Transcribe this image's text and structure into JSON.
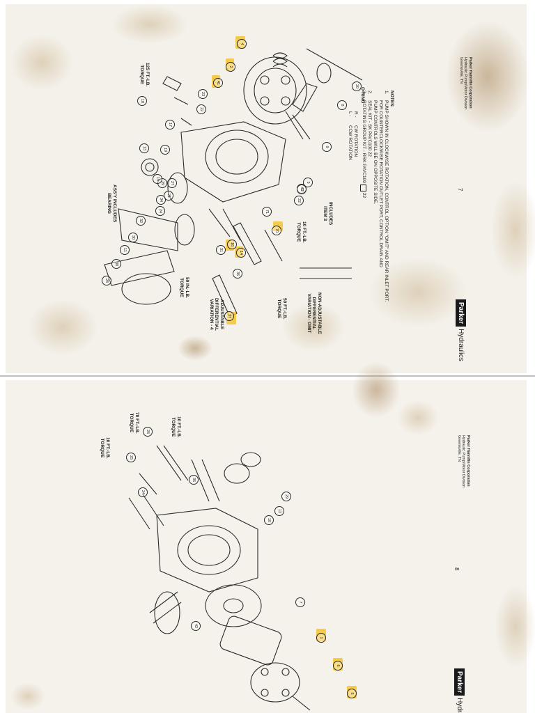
{
  "colors": {
    "paper": "#f4f1ea",
    "stain": "#b59a6c",
    "ink": "#2a2a2a",
    "highlight": "#f4c430",
    "divider": "#9a9a9a"
  },
  "left_page": {
    "brand": {
      "bold": "Parker",
      "rest": "Hydraulics"
    },
    "corporation": [
      "Parker Hannifin Corporation",
      "Hydraulic Pump/Motor Division",
      "Greeneville, TN"
    ],
    "page_number": "8",
    "callouts": [
      "10 FT.-LB.\nTORQUE",
      "70 FT.-LB.\nTORQUE",
      "10 FT.-LB.\nTORQUE"
    ],
    "item_numbers": [
      "24",
      "25",
      "26",
      "35",
      "29",
      "12",
      "10",
      "7",
      "1",
      "6",
      "5",
      "42"
    ]
  },
  "right_page": {
    "brand": {
      "bold": "Parker",
      "rest": "Hydraulics"
    },
    "corporation": [
      "Parker Hannifin Corporation",
      "Hydraulic Pump/Motor Division",
      "Greeneville, TN"
    ],
    "page_number": "7",
    "callouts": [
      "125 FT.-LB.\nTORQUE",
      "ASS'Y INCLUDES\nBEARING",
      "50 IN.-LB.\nTORQUE",
      "10 FT.-LB.\nTORQUE",
      "INCLUDES\nITEM 3",
      "ADJUSTABLE\nDIFFERENTIAL\nVARIATION - 4",
      "50 FT.-LB.\nTORQUE",
      "NON-ADJUSTABLE\nDIFFERENTIAL\nVARIATION - OMIT",
      "O-RING"
    ],
    "item_numbers": [
      "4",
      "2",
      "41",
      "23",
      "22",
      "18",
      "17",
      "13",
      "19",
      "39",
      "27",
      "15",
      "21",
      "34",
      "24",
      "32",
      "30",
      "11",
      "38",
      "28",
      "31",
      "16",
      "14",
      "40",
      "9",
      "3",
      "42",
      "22",
      "8",
      "20",
      "36",
      "37",
      "70",
      "71"
    ],
    "notes_heading": "NOTES:",
    "notes": [
      {
        "num": "1.",
        "text": "PUMP SHOWN IN CLOCKWISE ROTATION, CONTROL OPTION \"OMIT\" AND REAR INLET PORT.\nFOR COUNTERCLOCKWISE ROTATION OUTLET PORT, CONTROL DRAIN AND\nPUMP CONTROLS WILL BE ON OPPOSITE SIDE."
      },
      {
        "num": "2.",
        "text": "SEAL KIT - SK PAVC100 22"
      },
      {
        "num": "3.",
        "text": "ROTATING GROUP KIT - RRK PAVC100"
      }
    ],
    "kit_suffix": "22",
    "rotation_legend": [
      {
        "code": "R -",
        "label": "CW ROTATION"
      },
      {
        "code": "L -",
        "label": "CCW ROTATION"
      }
    ]
  }
}
